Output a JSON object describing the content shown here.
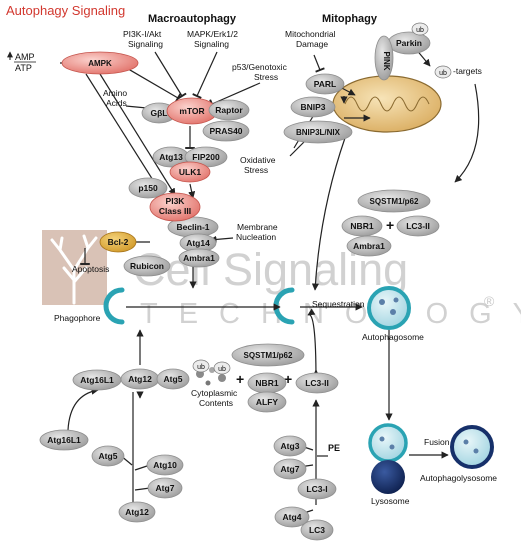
{
  "title": "Autophagy Signaling",
  "watermark": {
    "line1": "Cell Signaling",
    "line2": "TECHNOLOGY",
    "registered": "®"
  },
  "colors": {
    "title": "#d2382f",
    "node_gray": "#c9c9c9",
    "node_gray_dark": "#a9a9a9",
    "node_pink": "#f0a09a",
    "node_pink_dark": "#e07a73",
    "membrane": "#2aa3b3",
    "mito": "#e8c98a",
    "lysosome": "#16306a",
    "watermark": "#c9c9c9",
    "tree_bg": "#d9c2b6"
  },
  "headers": {
    "macro": "Macroautophagy",
    "mito": "Mitophagy"
  },
  "labels": {
    "amp": "AMP",
    "atp": "ATP",
    "pi3k_line1": "PI3K-I/Akt",
    "pi3k_line2": "Signaling",
    "mapk_line1": "MAPK/Erk1/2",
    "mapk_line2": "Signaling",
    "p53_line1": "p53/Genotoxic",
    "p53_line2": "Stress",
    "aa_line1": "Amino",
    "aa_line2": "Acids",
    "mito_damage_line1": "Mitochondrial",
    "mito_damage_line2": "Damage",
    "oxidative_line1": "Oxidative",
    "oxidative_line2": "Stress",
    "targets": "-targets",
    "membrane_line1": "Membrane",
    "membrane_line2": "Nucleation",
    "apoptosis": "Apoptosis",
    "phagophore": "Phagophore",
    "sequestration": "Sequestration",
    "autophagosome": "Autophagosome",
    "cytoplasmic_line1": "Cytoplasmic",
    "cytoplasmic_line2": "Contents",
    "pe": "PE",
    "fusion": "Fusion",
    "lysosome": "Lysosome",
    "autophagolysosome": "Autophagolysosome",
    "plus": "+"
  },
  "nodes": {
    "ampk": "AMPK",
    "gbl": "GβL",
    "mtor": "mTOR",
    "raptor": "Raptor",
    "pras40": "PRAS40",
    "atg13": "Atg13",
    "fip200": "FIP200",
    "ulk1": "ULK1",
    "p150": "p150",
    "pi3k_line1": "PI3K",
    "pi3k_line2": "Class III",
    "beclin1": "Beclin-1",
    "bcl2": "Bcl-2",
    "atg14": "Atg14",
    "ambra1_top": "Ambra1",
    "rubicon": "Rubicon",
    "parl": "PARL",
    "pink": "PINK",
    "parkin": "Parkin",
    "ub": "ub",
    "bnip3": "BNIP3",
    "bnip3l": "BNIP3L/NIX",
    "sqstm1_top": "SQSTM1/p62",
    "nbr1_top": "NBR1",
    "lc3ii_top": "LC3-II",
    "ambra1_right": "Ambra1",
    "atg16l1_row": "Atg16L1",
    "atg12_row": "Atg12",
    "atg5_row": "Atg5",
    "sqstm1_mid": "SQSTM1/p62",
    "nbr1_mid": "NBR1",
    "lc3ii_mid": "LC3-II",
    "alfy": "ALFY",
    "atg16l1_low": "Atg16L1",
    "atg5_low": "Atg5",
    "atg10": "Atg10",
    "atg7_left": "Atg7",
    "atg12_low": "Atg12",
    "atg3": "Atg3",
    "atg7_right": "Atg7",
    "lc3i": "LC3-I",
    "atg4": "Atg4",
    "lc3": "LC3"
  }
}
